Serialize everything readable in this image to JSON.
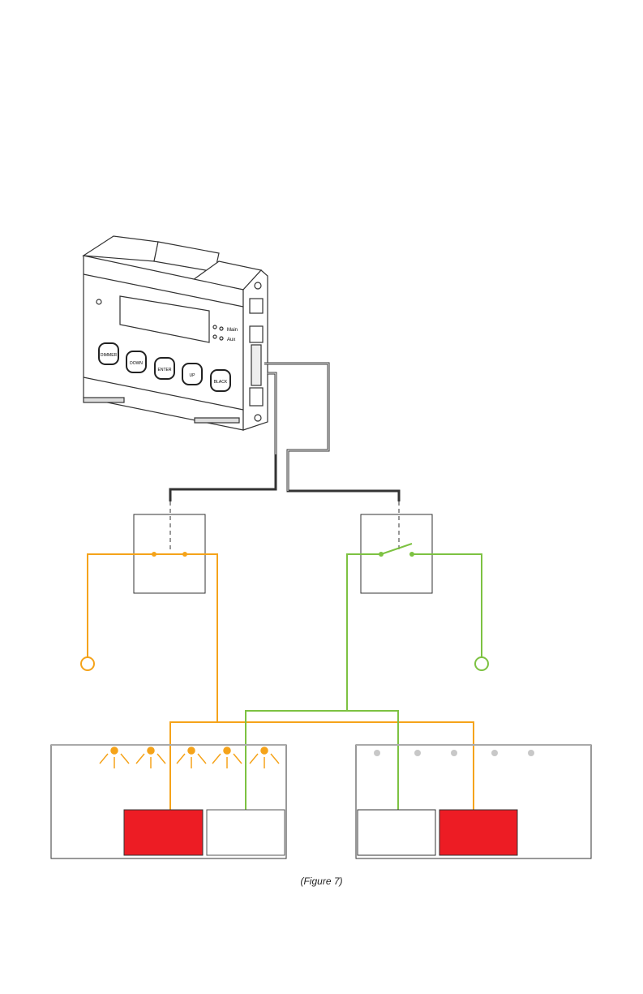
{
  "device": {
    "buttons": [
      "DIMMER",
      "DOWN",
      "ENTER",
      "UP",
      "BLACK"
    ],
    "indicators": [
      "Main",
      "Aux"
    ]
  },
  "colors": {
    "orange": "#f5a31a",
    "green": "#7dc242",
    "red": "#ed1c24",
    "gray": "#c8c8c8"
  },
  "caption": "(Figure 7)"
}
